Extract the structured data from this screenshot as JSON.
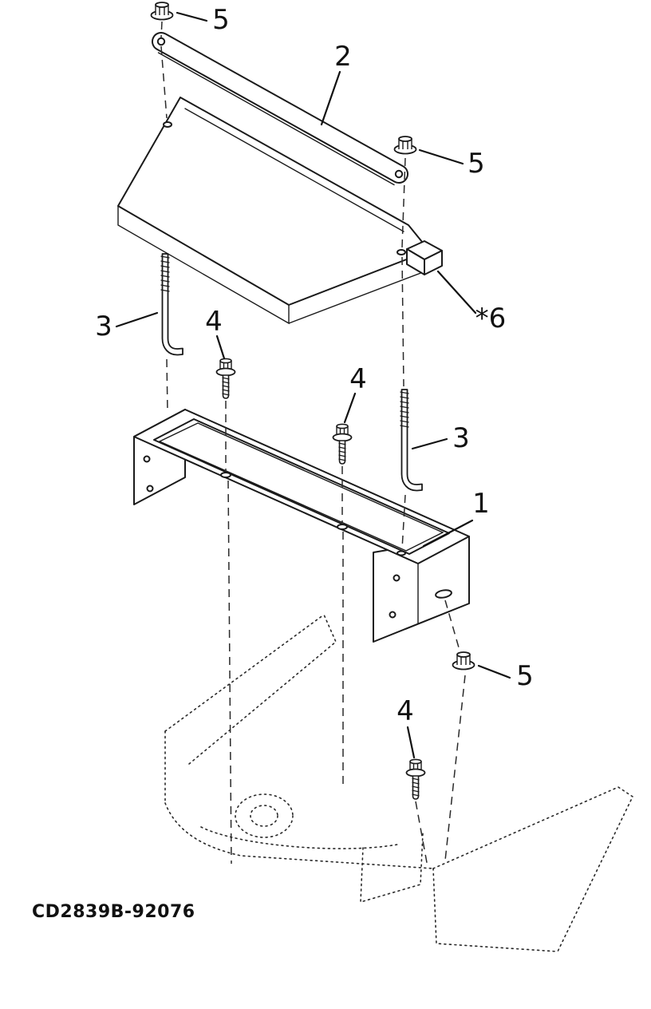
{
  "diagram": {
    "code": "CD2839B-92076",
    "callouts": {
      "c5_top": "5",
      "c2": "2",
      "c5_mid": "5",
      "c6": "*6",
      "c3_left": "3",
      "c4_left": "4",
      "c4_mid": "4",
      "c3_right": "3",
      "c1": "1",
      "c5_bottom": "5",
      "c4_bottom": "4"
    },
    "colors": {
      "ink": "#1a1a1a",
      "background": "#ffffff"
    }
  }
}
